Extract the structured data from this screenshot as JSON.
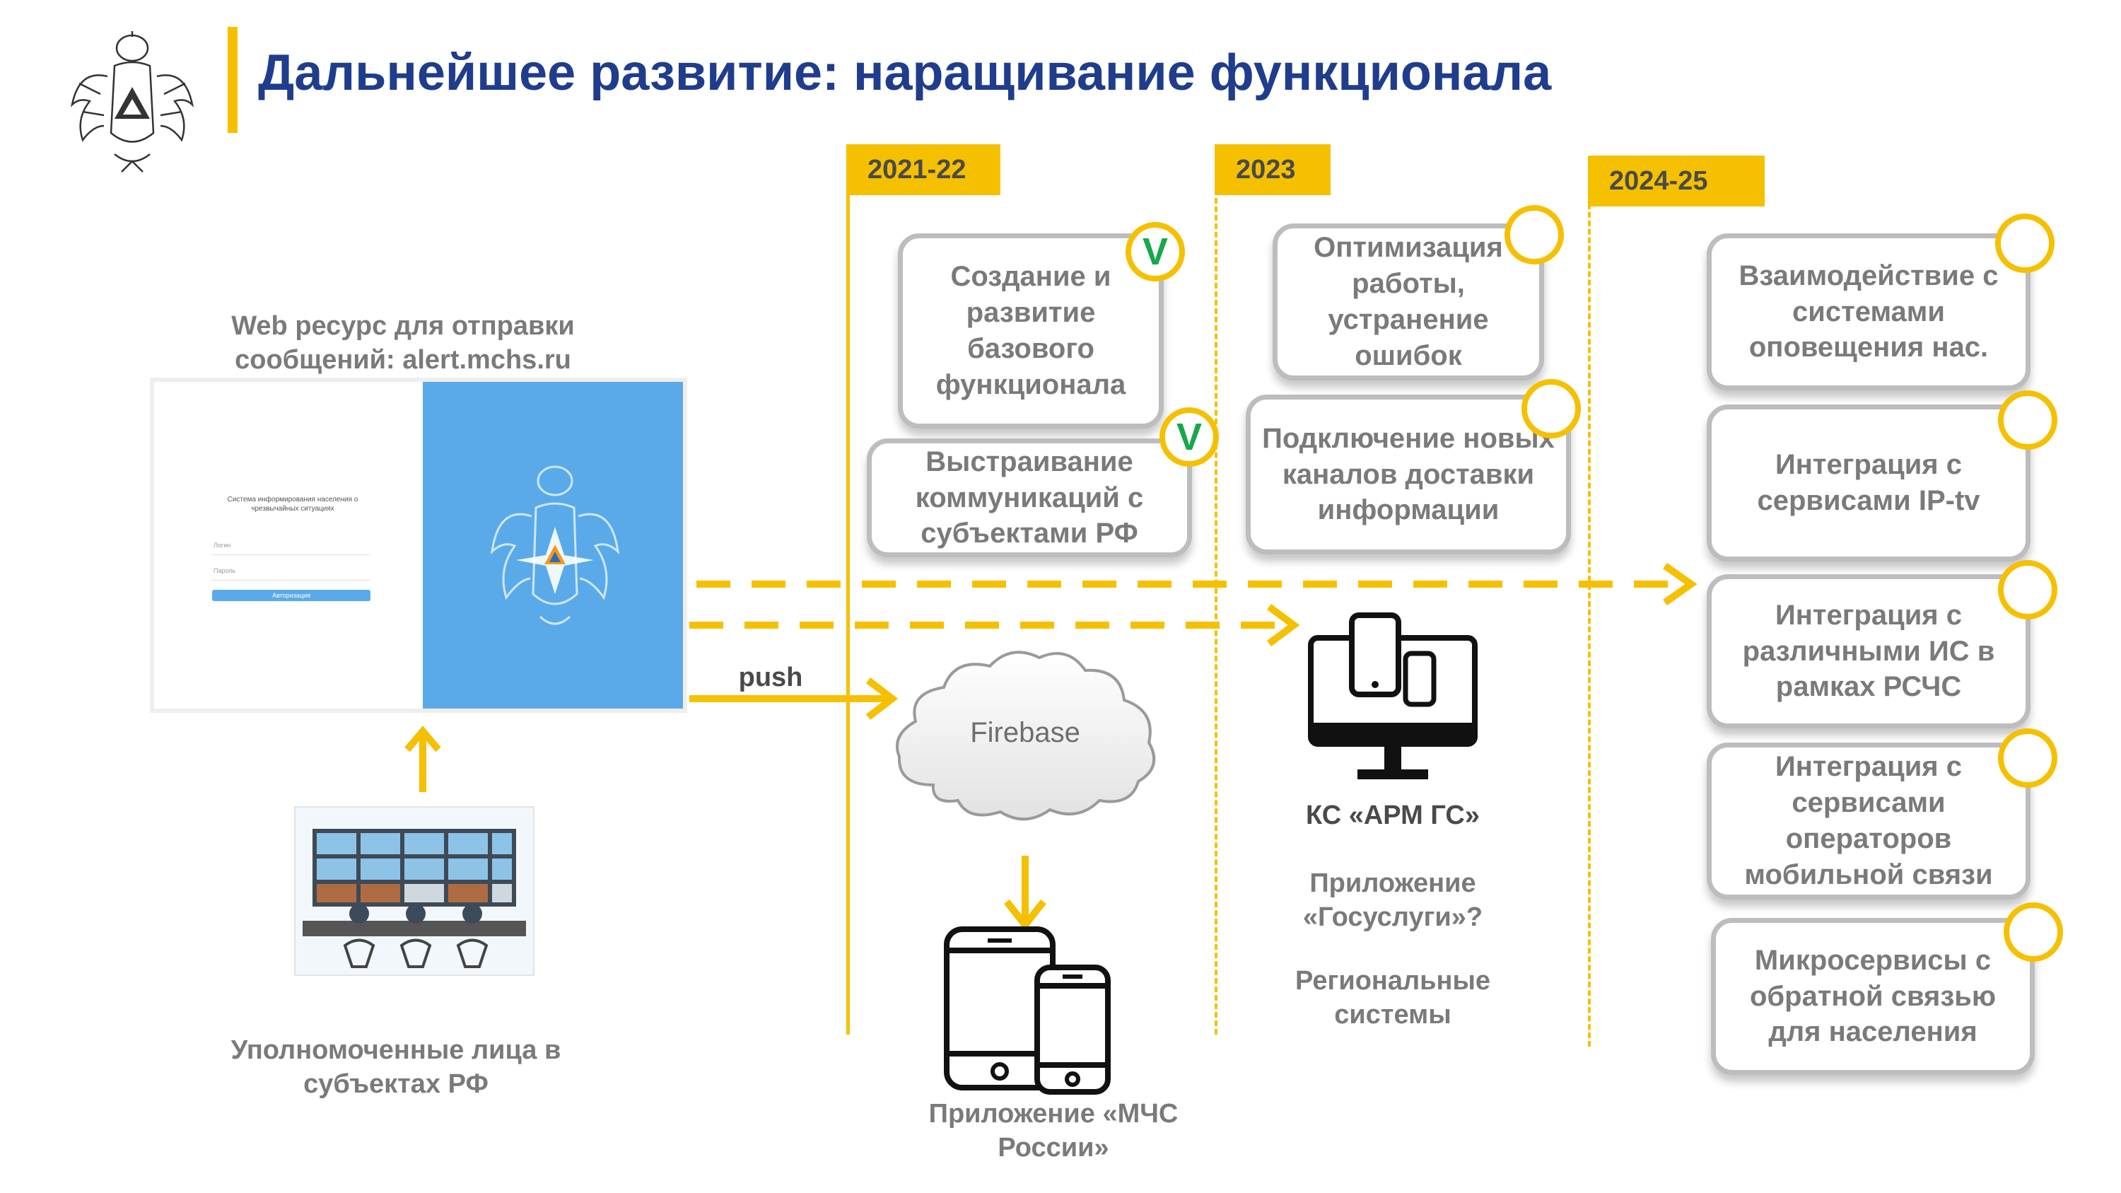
{
  "title": "Дальнейшее развитие: наращивание функционала",
  "timeline": [
    {
      "label": "2021-22"
    },
    {
      "label": "2023"
    },
    {
      "label": "2024-25"
    }
  ],
  "web_resource": {
    "caption": "Web ресурс для отправки сообщений: alert.mchs.ru",
    "screen_heading": "Система информирования населения о чрезвычайных ситуациях",
    "login_label": "Логин",
    "password_label": "Пароль",
    "button_label": "Авторизация"
  },
  "operators_caption": "Уполномоченные лица в субъектах РФ",
  "push_label": "push",
  "firebase_label": "Firebase",
  "mchs_app_caption": "Приложение «МЧС России»",
  "arm_caption": "КС «АРМ ГС»",
  "gosuslugi_caption": "Приложение «Госуслуги»?",
  "regional_caption": "Региональные системы",
  "cards_2021": [
    {
      "text": "Создание и развитие базового функционала",
      "badge": "V"
    },
    {
      "text": "Выстраивание коммуникаций с субъектами РФ",
      "badge": "V"
    }
  ],
  "cards_2023": [
    {
      "text": "Оптимизация работы, устранение ошибок",
      "badge": ""
    },
    {
      "text": "Подключение новых каналов доставки информации",
      "badge": ""
    }
  ],
  "cards_2024": [
    {
      "text": "Взаимодействие с системами оповещения нас.",
      "badge": ""
    },
    {
      "text": "Интеграция с сервисами IP-tv",
      "badge": ""
    },
    {
      "text": "Интеграция с различными ИС в рамках РСЧС",
      "badge": ""
    },
    {
      "text": "Интеграция с сервисами операторов мобильной связи",
      "badge": ""
    },
    {
      "text": "Микросервисы с обратной связью для населения",
      "badge": ""
    }
  ],
  "colors": {
    "accent": "#f5c000",
    "title": "#1f3d8c",
    "card_border": "#bdbdbd",
    "card_text": "#7a7a7a",
    "check": "#17a84a",
    "web_blue": "#5aaaea"
  },
  "icons": [
    "emblem-icon",
    "mchs-emblem-icon",
    "control-room-image",
    "cloud-icon",
    "smartphones-icon",
    "monitor-devices-icon"
  ]
}
